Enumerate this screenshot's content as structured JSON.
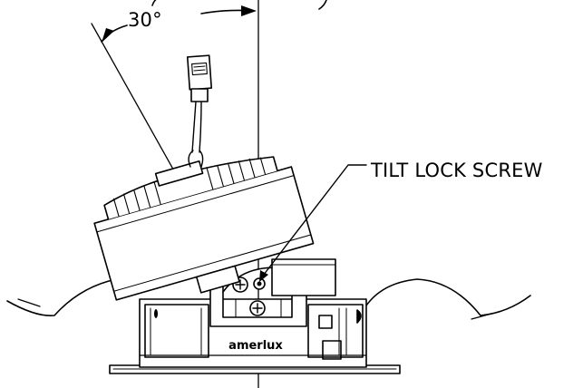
{
  "angle_label": "30°",
  "callout_label": "TILT LOCK SCREW",
  "brand_label": "amerlux",
  "colors": {
    "ink": "#000000",
    "paper": "#ffffff"
  },
  "icons": [
    "phillips-screw-icon",
    "connector-plug-icon"
  ]
}
